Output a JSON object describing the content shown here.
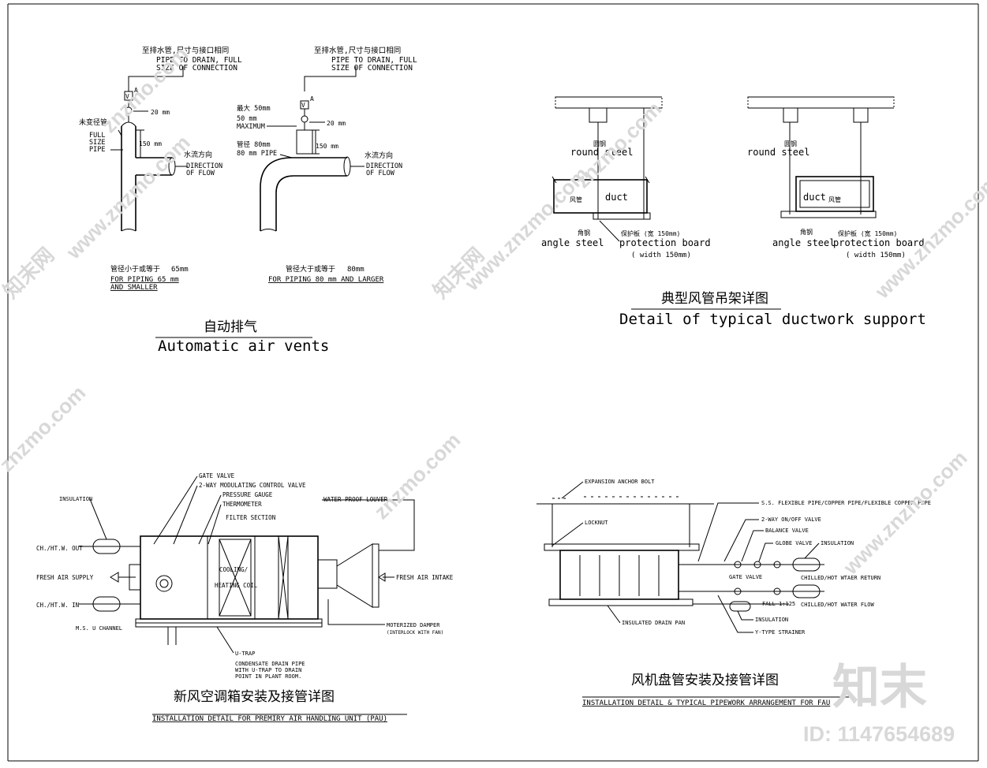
{
  "watermark": {
    "site": "www.znzmo.com",
    "site_short": "znzmo.com",
    "brand_cn": "知末网",
    "logo_cn": "知末",
    "id_label": "ID: 1147654689"
  },
  "vents": {
    "title_cn": "自动排气",
    "title_en": "Automatic air vents",
    "drain_cn": "至排水管,尺寸与接口相同",
    "drain_en_1": "PIPE TO DRAIN, FULL",
    "drain_en_2": "SIZE OF CONNECTION",
    "valve_v": "V",
    "valve_a": "A",
    "dim_20": "20 mm",
    "dim_150": "150 mm",
    "full_size_cn": "未变径管",
    "full_size_1": "FULL",
    "full_size_2": "SIZE",
    "full_size_3": "PIPE",
    "flow_cn": "水流方向",
    "flow_en_1": "DIRECTION",
    "flow_en_2": "OF FLOW",
    "max_cn": "最大 50mm",
    "max_en_1": "50 mm",
    "max_en_2": "MAXIMUM",
    "pipe80_cn": "管径 80mm",
    "pipe80_en": "80 mm PIPE",
    "left_caption_cn": "管径小于或等于",
    "left_caption_val": "65mm",
    "left_caption_en_1": "FOR PIPING 65 mm",
    "left_caption_en_2": "AND SMALLER",
    "right_caption_cn": "管径大于或等于",
    "right_caption_val": "80mm",
    "right_caption_en": "FOR PIPING 80 mm AND LARGER"
  },
  "duct_support": {
    "title_cn": "典型风管吊架详图",
    "title_en": "Detail of typical ductwork support",
    "round_steel_cn": "圆钢",
    "round_steel_en": "round steel",
    "duct_cn": "风管",
    "duct_en": "duct",
    "angle_cn": "角钢",
    "angle_en": "angle steel",
    "board_cn": "保护板 (宽 150mm)",
    "board_en": "protection board",
    "board_width": "( width 150mm)"
  },
  "pau": {
    "title_cn": "新风空调箱安装及接管详图",
    "title_en": "INSTALLATION DETAIL FOR   PREMIRY AIR HANDLING UNIT (PAU)",
    "labels": {
      "insulation": "INSULATION",
      "gate_valve": "GATE VALVE",
      "modulating": "2-WAY MODULATING CONTROL VALVE",
      "gauge": "PRESSURE GAUGE",
      "thermometer": "THERMOMETER",
      "filter": "FILTER SECTION",
      "louver": "WATER PROOF LOUVER",
      "ch_out": "CH./HT.W. OUT",
      "fresh_supply": "FRESH AIR SUPPLY",
      "ch_in": "CH./HT.W. IN",
      "channel": "M.S. U CHANNEL",
      "coil_1": "COOLING/",
      "coil_2": "HEATING COIL",
      "intake": "FRESH AIR INTAKE",
      "damper_1": "MOTERIZED DAMPER",
      "damper_2": "(INTERLOCK WITH FAN)",
      "utrap": "U-TRAP",
      "condensate_1": "CONDENSATE DRAIN PIPE",
      "condensate_2": "WITH U-TRAP TO DRAIN",
      "condensate_3": "POINT IN PLANT ROOM."
    }
  },
  "fcu": {
    "title_cn": "风机盘管安装及接管详图",
    "title_en": "INSTALLATION DETAIL & TYPICAL PIPEWORK ARRANGEMENT FOR FAU",
    "labels": {
      "anchor": "EXPANSION ANCHOR BOLT",
      "flex": "S.S. FLEXIBLE PIPE/COPPER PIPE/FLEXIBLE COPPER PIPE",
      "onoff": "2-WAY ON/OFF VALVE",
      "balance": "BALANCE VALVE",
      "locknut": "LOCKNUT",
      "globe": "GLOBE VALVE",
      "insulation": "INSULATION",
      "gate": "GATE VALVE",
      "return": "CHILLED/HOT WTAER RETURN",
      "fall": "FALL 1:125",
      "flow": "CHILLED/HOT WATER FLOW",
      "insulation2": "INSULATION",
      "drainpan": "INSULATED DRAIN PAN",
      "strainer": "Y-TYPE STRAINER"
    }
  }
}
